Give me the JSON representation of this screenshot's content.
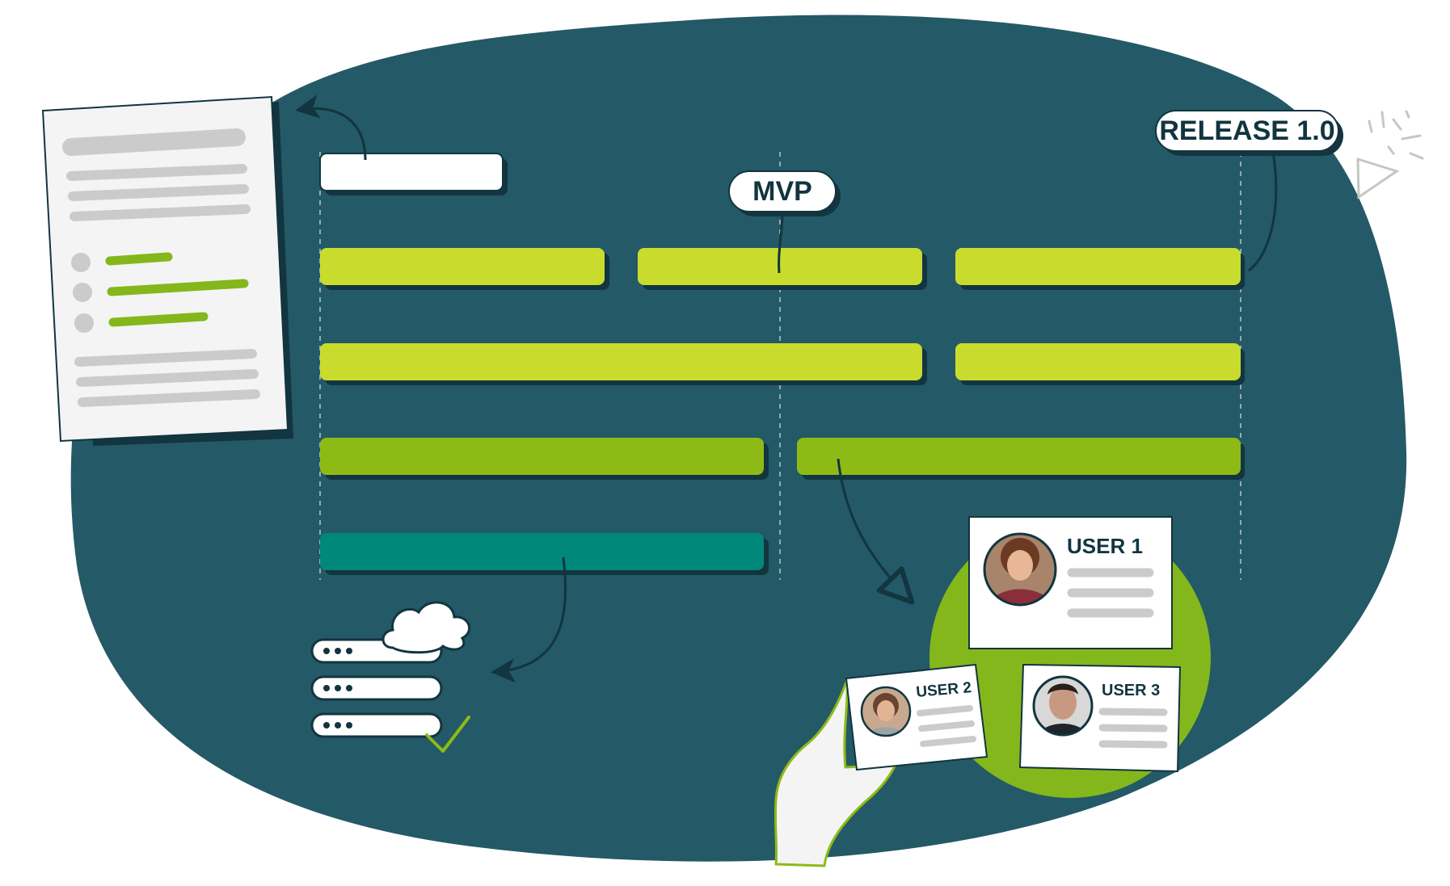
{
  "colors": {
    "blob": "#245967",
    "bar_light": "#c9dc2d",
    "bar_medium": "#8eba16",
    "bar_teal": "#00897b",
    "circle_green": "#84b71c",
    "outline": "#123540",
    "skeleton_gray": "#cbcbcb"
  },
  "milestones": {
    "mvp_label": "MVP",
    "release_label": "RELEASE 1.0"
  },
  "users": {
    "user1_label": "USER 1",
    "user2_label": "USER 2",
    "user3_label": "USER 3"
  },
  "icons": {
    "document": "document-icon",
    "server": "server-stack-icon",
    "cloud": "cloud-icon",
    "check": "checkmark-icon",
    "party": "party-popper-icon",
    "hand": "hand-icon"
  }
}
